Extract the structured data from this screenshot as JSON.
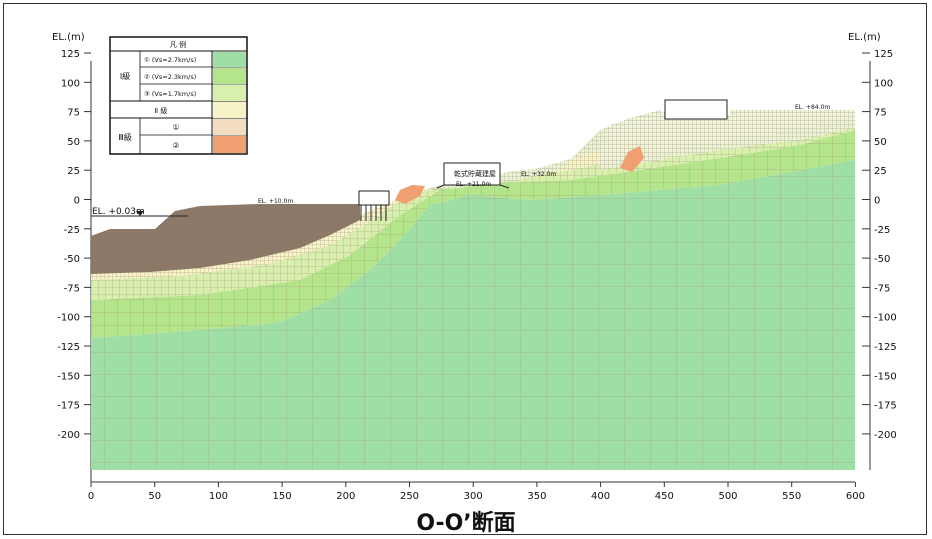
{
  "caption": "O-O’断面",
  "axis": {
    "left_unit": "EL.(m)",
    "right_unit": "EL.(m)",
    "y_ticks": [
      "125",
      "100",
      "75",
      "50",
      "25",
      "0",
      "-25",
      "-50",
      "-75",
      "-100",
      "-125",
      "-150",
      "-175",
      "-200"
    ],
    "x_ticks": [
      "0",
      "50",
      "100",
      "150",
      "200",
      "250",
      "300",
      "350",
      "400",
      "450",
      "500",
      "550",
      "600"
    ]
  },
  "legend": {
    "title": "凡 例",
    "class1": "Ⅰ級",
    "row1": "① (Vs=2.7km/s)",
    "row2": "② (Vs=2.3km/s)",
    "row3": "③ (Vs=1.7km/s)",
    "class2": "Ⅱ 級",
    "class3": "Ⅲ級",
    "row5": "①",
    "row6": "②",
    "colors": {
      "c1": "#9fdfa6",
      "c2": "#b5e58a",
      "c3": "#d8efae",
      "c4": "#f6f3c6",
      "c5": "#f4dcc1",
      "c6": "#f0a070"
    }
  },
  "annotations": {
    "sea_level": "EL. +0.03m",
    "el10": "EL. +10.0m",
    "building": "乾式貯蔵建屋",
    "el21": "EL. +21.0m",
    "el32": "EL. +32.0m",
    "el84": "EL. +84.0m"
  }
}
